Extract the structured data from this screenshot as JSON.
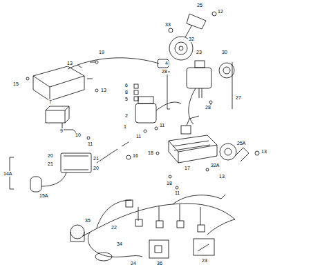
{
  "diagram": {
    "labels": [
      "25",
      "12",
      "33",
      "32",
      "23",
      "30",
      "28",
      "27",
      "28",
      "19",
      "13",
      "4",
      "15",
      "13",
      "6",
      "8",
      "5",
      "2",
      "1",
      "11",
      "7",
      "9",
      "10",
      "11",
      "11",
      "20",
      "21",
      "21",
      "20",
      "16",
      "14A",
      "15A",
      "18",
      "17",
      "32A",
      "25A",
      "13",
      "13",
      "18",
      "11",
      "35",
      "22",
      "34",
      "24",
      "36",
      "23"
    ]
  }
}
